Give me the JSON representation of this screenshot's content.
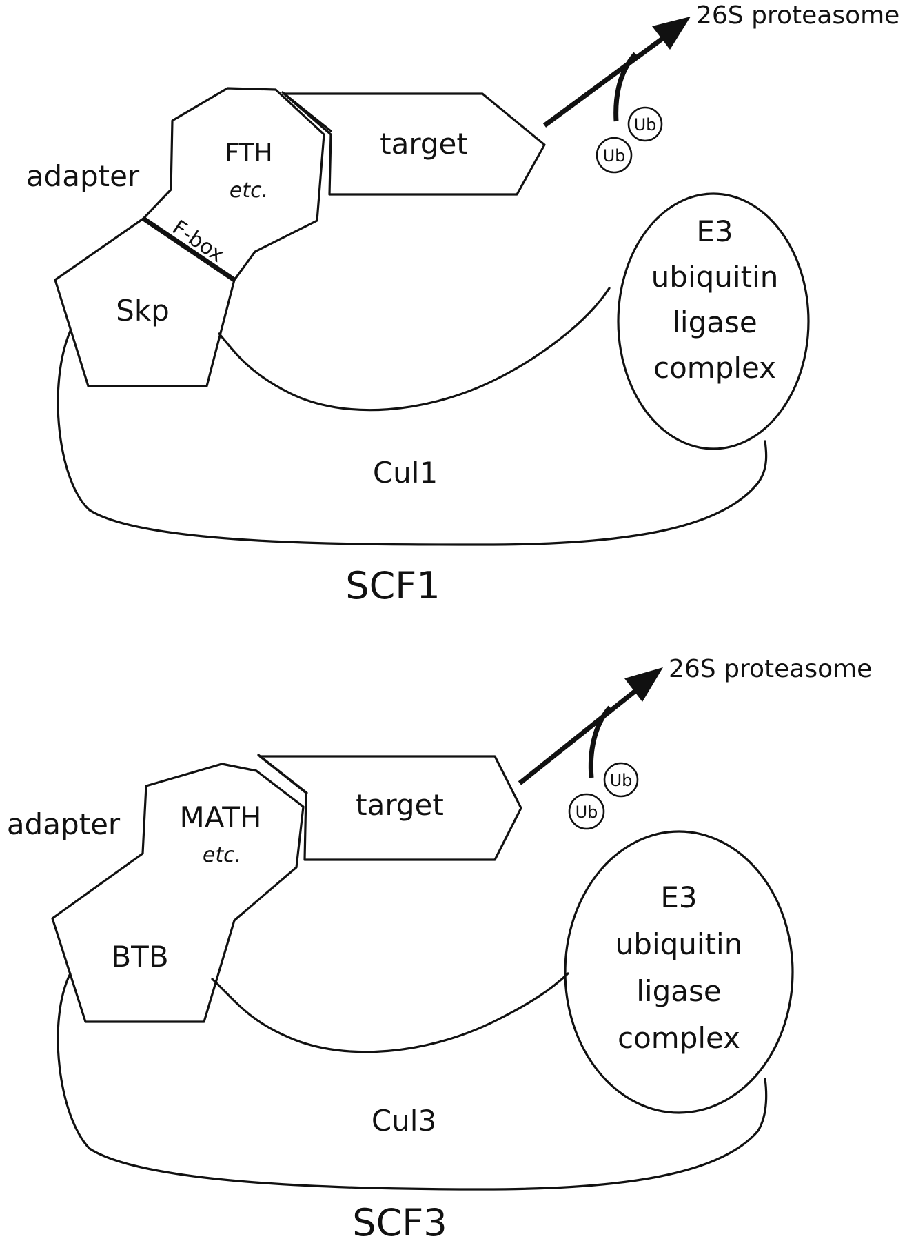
{
  "scf1": {
    "title": "SCF1",
    "adapter_label": "adapter",
    "adapter_domain": "FTH",
    "adapter_etc": "etc.",
    "fbox_label": "F-box",
    "skp_label": "Skp",
    "target_label": "target",
    "proteasome_label": "26S proteasome",
    "ub_label_1": "Ub",
    "ub_label_2": "Ub",
    "e3_line1": "E3",
    "e3_line2": "ubiquitin",
    "e3_line3": "ligase",
    "e3_line4": "complex",
    "cullin_label": "Cul1"
  },
  "scf3": {
    "title": "SCF3",
    "adapter_label": "adapter",
    "adapter_domain": "MATH",
    "adapter_etc": "etc.",
    "btb_label": "BTB",
    "target_label": "target",
    "proteasome_label": "26S proteasome",
    "ub_label_1": "Ub",
    "ub_label_2": "Ub",
    "e3_line1": "E3",
    "e3_line2": "ubiquitin",
    "e3_line3": "ligase",
    "e3_line4": "complex",
    "cullin_label": "Cul3"
  },
  "colors": {
    "stroke": "#111111",
    "background": "#ffffff"
  }
}
